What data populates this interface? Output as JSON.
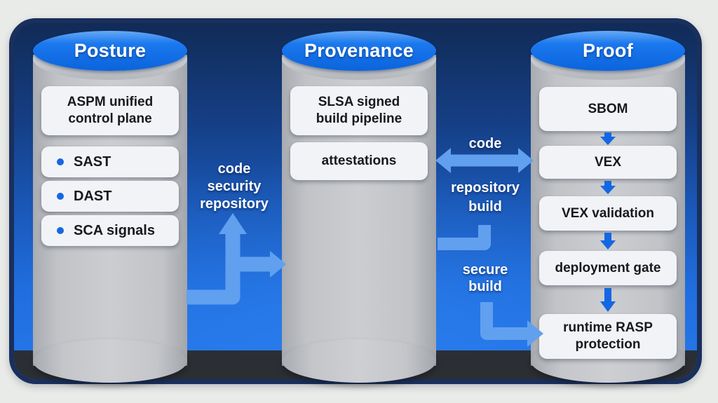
{
  "pillars": [
    {
      "title": "Posture",
      "items": [
        {
          "lines": [
            "ASPM unified",
            "control plane"
          ],
          "bulleted": false
        },
        {
          "lines": [
            "SAST"
          ],
          "bulleted": true
        },
        {
          "lines": [
            "DAST"
          ],
          "bulleted": true
        },
        {
          "lines": [
            "SCA signals"
          ],
          "bulleted": true
        }
      ]
    },
    {
      "title": "Provenance",
      "items": [
        {
          "lines": [
            "SLSA signed",
            "build pipeline"
          ],
          "bulleted": false
        },
        {
          "lines": [
            "attestations"
          ],
          "bulleted": false
        }
      ]
    },
    {
      "title": "Proof",
      "items": [
        {
          "lines": [
            "SBOM"
          ],
          "bulleted": false
        },
        {
          "lines": [
            "VEX"
          ],
          "bulleted": false
        },
        {
          "lines": [
            "VEX validation"
          ],
          "bulleted": false
        },
        {
          "lines": [
            "deployment gate"
          ],
          "bulleted": false
        },
        {
          "lines": [
            "runtime RASP",
            "protection"
          ],
          "bulleted": false
        }
      ]
    }
  ],
  "connectors": {
    "posture_to_provenance": {
      "lines": [
        "code",
        "security",
        "repository"
      ]
    },
    "code_exchange": {
      "label": "code"
    },
    "repository_build": {
      "lines": [
        "repository",
        "build"
      ]
    },
    "secure_build": {
      "lines": [
        "secure",
        "build"
      ]
    }
  },
  "colors": {
    "panel_blue": "#1f6cdd",
    "panel_border_navy": "#1a2f5c",
    "floor_band_dark": "#2b2f34",
    "cylinder_gray": "#c4c6ca",
    "cylinder_top_blue": "#0d6ce6",
    "item_box_bg": "#f2f3f6",
    "item_text": "#17191c",
    "flow_arrow_light_blue": "#61a0ef",
    "proof_arrow_blue": "#1467e2",
    "bullet_blue": "#1467e2",
    "label_white": "#ffffff"
  }
}
